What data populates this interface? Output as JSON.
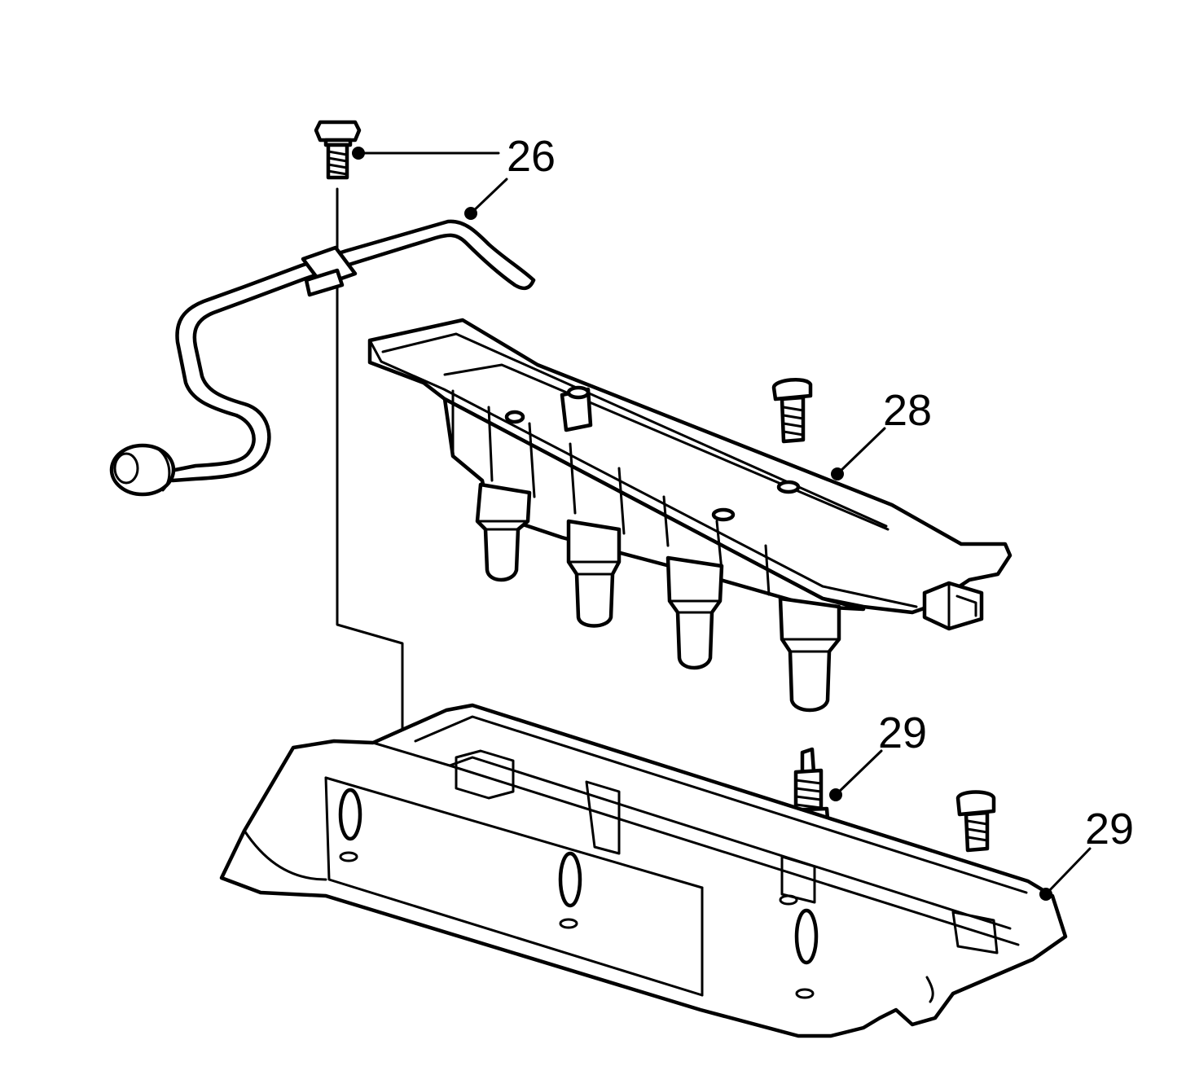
{
  "callouts": [
    {
      "id": "26",
      "label": "26"
    },
    {
      "id": "28",
      "label": "28"
    },
    {
      "id": "29a",
      "label": "29"
    },
    {
      "id": "29b",
      "label": "29"
    }
  ],
  "colors": {
    "line": "#000000",
    "background": "#ffffff"
  }
}
